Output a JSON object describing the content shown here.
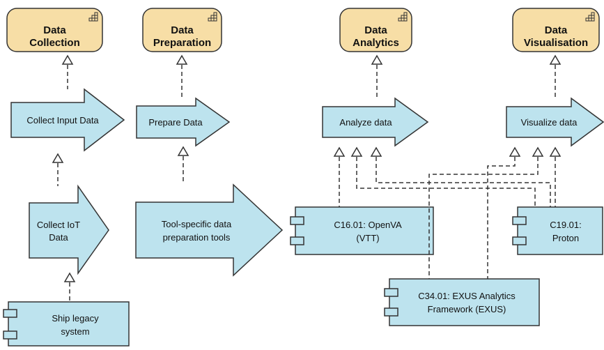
{
  "capabilities": [
    {
      "line1": "Data",
      "line2": "Collection"
    },
    {
      "line1": "Data",
      "line2": "Preparation"
    },
    {
      "line1": "Data",
      "line2": "Analytics"
    },
    {
      "line1": "Data",
      "line2": "Visualisation"
    }
  ],
  "processes": [
    {
      "label": "Collect Input Data"
    },
    {
      "label": "Prepare Data"
    },
    {
      "label": "Analyze data"
    },
    {
      "label": "Visualize data"
    },
    {
      "line1": "Collect IoT",
      "line2": "Data"
    },
    {
      "line1": "Tool-specific data",
      "line2": "preparation tools"
    }
  ],
  "components": [
    {
      "line1": "Ship legacy",
      "line2": "system"
    },
    {
      "line1": "C16.01: OpenVA",
      "line2": "(VTT)"
    },
    {
      "line1": "C19.01:",
      "line2": "Proton"
    },
    {
      "line1": "C34.01: EXUS Analytics",
      "line2": "Framework (EXUS)"
    }
  ],
  "colors": {
    "capability_fill": "#f7dea6",
    "element_fill": "#bde3ee",
    "stroke": "#333333"
  }
}
